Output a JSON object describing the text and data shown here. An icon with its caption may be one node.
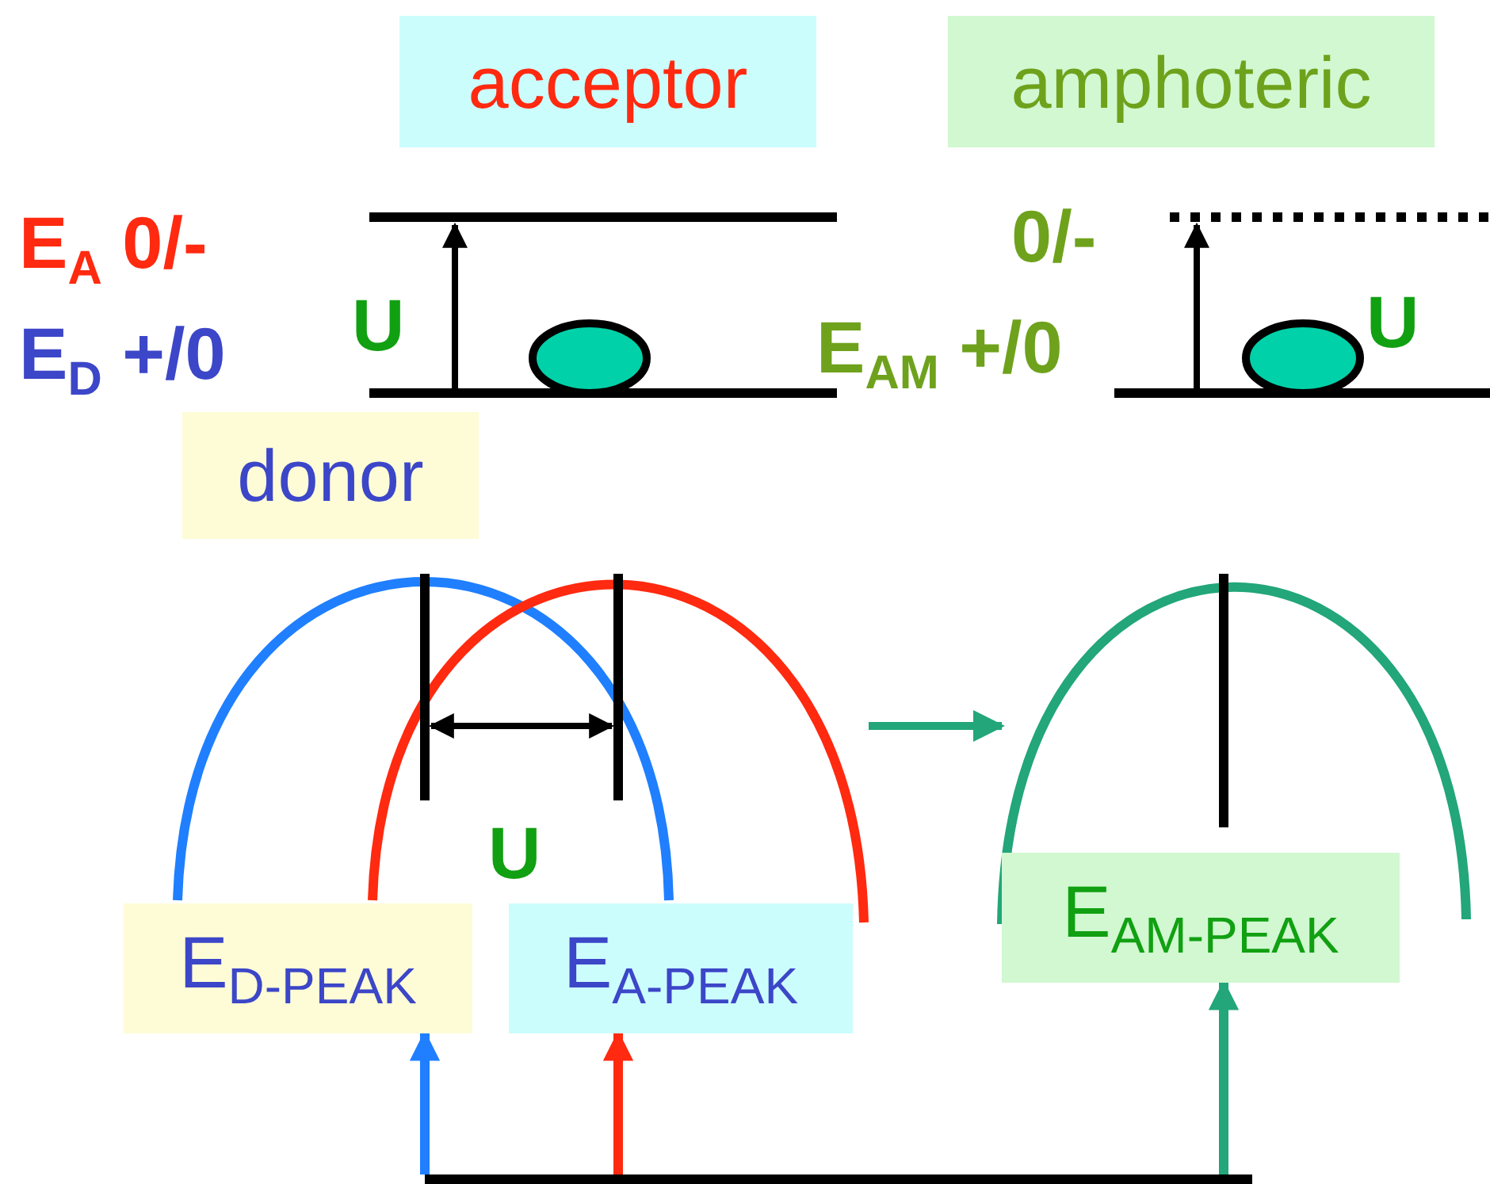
{
  "diagram": {
    "nodes": [
      {
        "text": [
          "acceptor"
        ]
      },
      {
        "text": [
          "amphoteric"
        ]
      },
      {
        "text": [
          "donor"
        ]
      },
      {
        "text": [
          "E$_{D-PEAK}$"
        ]
      },
      {
        "text": [
          "E$_{A-PEAK}$"
        ]
      },
      {
        "text": [
          "E$_{AM-PEAK}$"
        ]
      },
      {
        "text": [],
        "shape": "bar"
      }
    ],
    "edges": [
      {
        "from": 6,
        "to": 3,
        "arrow": "to",
        "color": "#1f7fff"
      },
      {
        "from": 6,
        "to": 4,
        "arrow": "to",
        "color": "#ff2a10"
      },
      {
        "from": 6,
        "to": 5,
        "arrow": "to",
        "color": "#22a67a"
      }
    ],
    "labels": [
      "E$_{A}$ 0/-",
      "0/-",
      "U",
      "E$_{AM}$ +/0",
      "U",
      "E$_{D}$ +/0",
      "U"
    ]
  }
}
